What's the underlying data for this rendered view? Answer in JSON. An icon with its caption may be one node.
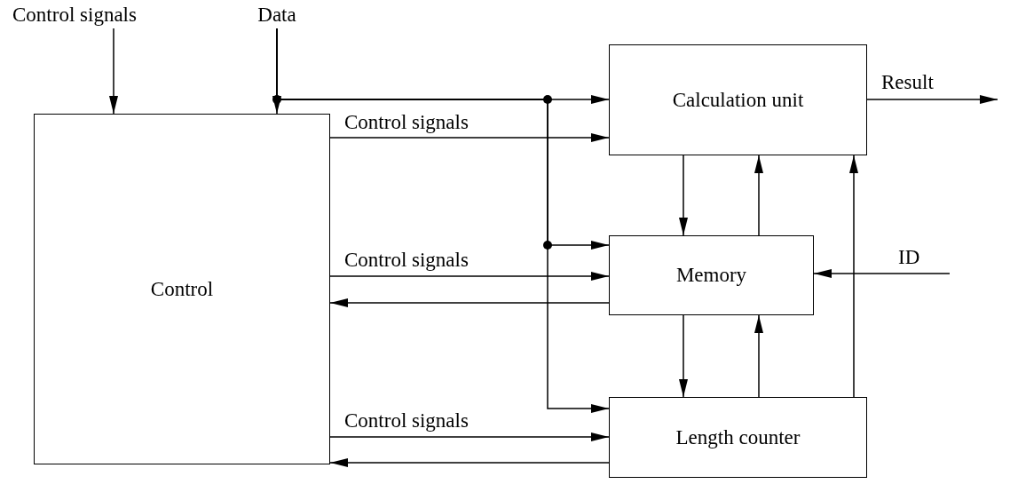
{
  "diagram": {
    "nodes": [
      {
        "text": [
          "Control"
        ]
      },
      {
        "text": [
          "Calculation unit"
        ]
      },
      {
        "text": [
          "Memory"
        ]
      },
      {
        "text": [
          "Length counter"
        ]
      },
      {
        "text": [
          "Control signals"
        ]
      },
      {
        "text": [
          "Data"
        ]
      }
    ],
    "edges": [
      {
        "from": 4,
        "to": 0,
        "arrow": "to"
      },
      {
        "from": 5,
        "to": 0,
        "arrow": "to"
      },
      {
        "from": 5,
        "to": 1,
        "arrow": "to"
      },
      {
        "from": 5,
        "to": 2,
        "arrow": "to"
      },
      {
        "from": 5,
        "to": 3,
        "arrow": "to"
      },
      {
        "from": 0,
        "to": 1,
        "arrow": "to",
        "label": "Control signals"
      },
      {
        "from": 0,
        "to": 2,
        "arrow": "to",
        "label": "Control signals"
      },
      {
        "from": 2,
        "to": 0,
        "arrow": "to"
      },
      {
        "from": 0,
        "to": 3,
        "arrow": "to",
        "label": "Control signals"
      },
      {
        "from": 3,
        "to": 0,
        "arrow": "to"
      },
      {
        "from": 1,
        "to": 2,
        "arrow": "to"
      },
      {
        "from": 2,
        "to": 1,
        "arrow": "to"
      },
      {
        "from": 3,
        "to": 1,
        "arrow": "to"
      },
      {
        "from": 2,
        "to": 3,
        "arrow": "to"
      },
      {
        "from": 3,
        "to": 2,
        "arrow": "to"
      },
      {
        "from": 1,
        "to": null,
        "arrow": "to",
        "label": "Result"
      },
      {
        "from": null,
        "to": 2,
        "arrow": "to",
        "label": "ID"
      }
    ]
  }
}
